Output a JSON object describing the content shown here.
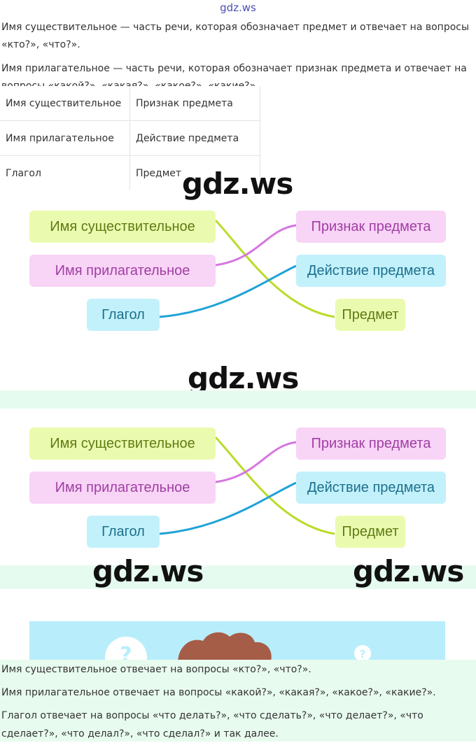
{
  "watermark_small": "gdz.ws",
  "watermark_large": "gdz.ws",
  "definitions": {
    "noun": "Имя существительное — часть речи, которая обозначает предмет и отвечает на вопросы «кто?», «что?».",
    "adjective": "Имя прилагательное — часть речи, которая обозначает признак предмета и отвечает на вопросы «какой?», «какая?», «какое?», «какие?»."
  },
  "table": {
    "rows": [
      [
        "Имя существительное",
        "Признак предмета"
      ],
      [
        "Имя прилагательное",
        "Действие предмета"
      ],
      [
        "Глагол",
        "Предмет"
      ]
    ]
  },
  "matching": {
    "left": [
      "Имя существительное",
      "Имя прилагательное",
      "Глагол"
    ],
    "right": [
      "Признак предмета",
      "Действие предмета",
      "Предмет"
    ],
    "colors": {
      "green": "#b9dc2a",
      "pink": "#d676e0",
      "blue": "#1fa2d6"
    }
  },
  "answers": {
    "line1": "Имя существительное отвечает на вопросы «кто?», «что?».",
    "line2": "Имя прилагательное отвечает на вопросы «какой?», «какая?», «какое?», «какие?».",
    "line3": "Глагол отвечает на вопросы «что делать?», «что сделать?», «что делает?», «что сделает?», «что делал?», «что сделал?» и так далее."
  },
  "illustration": {
    "question_mark": "?"
  }
}
